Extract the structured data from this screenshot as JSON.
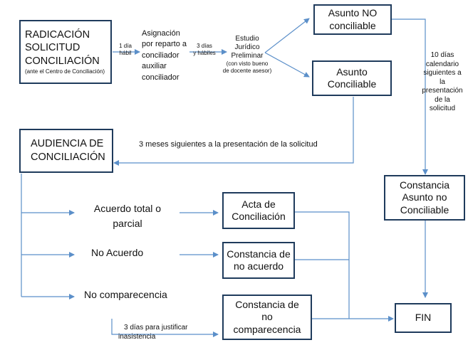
{
  "boxes": {
    "radicacion": {
      "line1": "RADICACIÓN",
      "line2": "SOLICITUD",
      "line3": "CONCILIACIÓN",
      "note": "(ante el Centro de Conciliación)"
    },
    "no_conciliable": {
      "line1": "Asunto NO",
      "line2": "conciliable"
    },
    "conciliable": {
      "line1": "Asunto",
      "line2": "Conciliable"
    },
    "audiencia": {
      "line1": "AUDIENCIA DE",
      "line2": "CONCILIACIÓN"
    },
    "constancia_no_conciliable": {
      "line1": "Constancia",
      "line2": "Asunto no",
      "line3": "Conciliable"
    },
    "acta": {
      "line1": "Acta de",
      "line2": "Conciliación"
    },
    "constancia_no_acuerdo": {
      "line1": "Constancia de",
      "line2": "no acuerdo"
    },
    "constancia_no_comparecencia": {
      "line1": "Constancia de",
      "line2": "no",
      "line3": "comparecencia"
    },
    "fin": {
      "label": "FIN"
    }
  },
  "labels": {
    "un_dia": {
      "line1": "1 día",
      "line2": "hábil"
    },
    "asignacion": {
      "line1": "Asignación",
      "line2": "por reparto a",
      "line3": "conciliador",
      "line4": "auxiliar",
      "line5": "conciliador"
    },
    "tres_dias": {
      "line1": "3 días",
      "line2": "y hábiles"
    },
    "estudio": {
      "line1": "Estudio",
      "line2": "Jurídico",
      "line3": "Preliminar",
      "note1": "(con visto bueno",
      "note2": "de docente asesor)"
    },
    "diez_dias": {
      "line1": "10 días",
      "line2": "calendario",
      "line3": "siguientes a",
      "line4": "la",
      "line5": "presentación",
      "line6": "de la",
      "line7": "solicitud"
    },
    "tres_meses": "3 meses siguientes a la presentación de la solicitud",
    "acuerdo": {
      "line1": "Acuerdo total o",
      "line2": "parcial"
    },
    "no_acuerdo": "No Acuerdo",
    "no_comparecencia": "No comparecencia",
    "justificar": {
      "line1": "3 días para justificar",
      "line2": "inasistencia"
    }
  },
  "colors": {
    "box_border": "#1f3b5c",
    "connector": "#5b8fc9"
  }
}
